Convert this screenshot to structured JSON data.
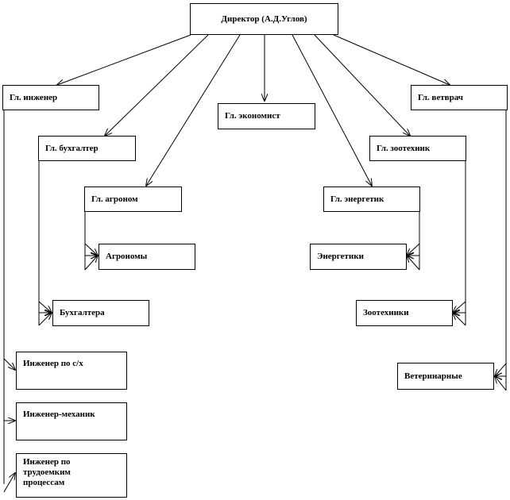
{
  "org_chart": {
    "director": "Директор (А.Д.Углов)",
    "chief_engineer": "Гл. инженер",
    "chief_economist": "Гл. экономист",
    "chief_vet": "Гл. ветврач",
    "chief_accountant": "Гл. бухгалтер",
    "chief_zootechnician": "Гл. зоотехник",
    "chief_agronomist": "Гл. агроном",
    "chief_power_engineer": "Гл. энергетик",
    "agronomists": "Агрономы",
    "power_engineers": "Энергетики",
    "accountants": "Бухгалтера",
    "zootechnicians": "Зоотехники",
    "engineer_agri": "Инженер по с/х",
    "engineer_mechanic": "Инженер-механик",
    "engineer_labor": "Инженер по трудоемким процессам",
    "veterinarians": "Ветеринарные"
  }
}
